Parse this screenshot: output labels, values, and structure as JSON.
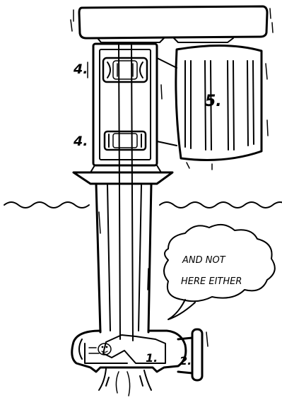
{
  "diagram": {
    "labels": {
      "bearing_upper": "4.",
      "bearing_lower": "4.",
      "motor": "5.",
      "impeller": "1.",
      "volute": "2."
    },
    "speech_bubble": {
      "line1": "AND NOT",
      "line2": "HERE EITHER"
    }
  }
}
